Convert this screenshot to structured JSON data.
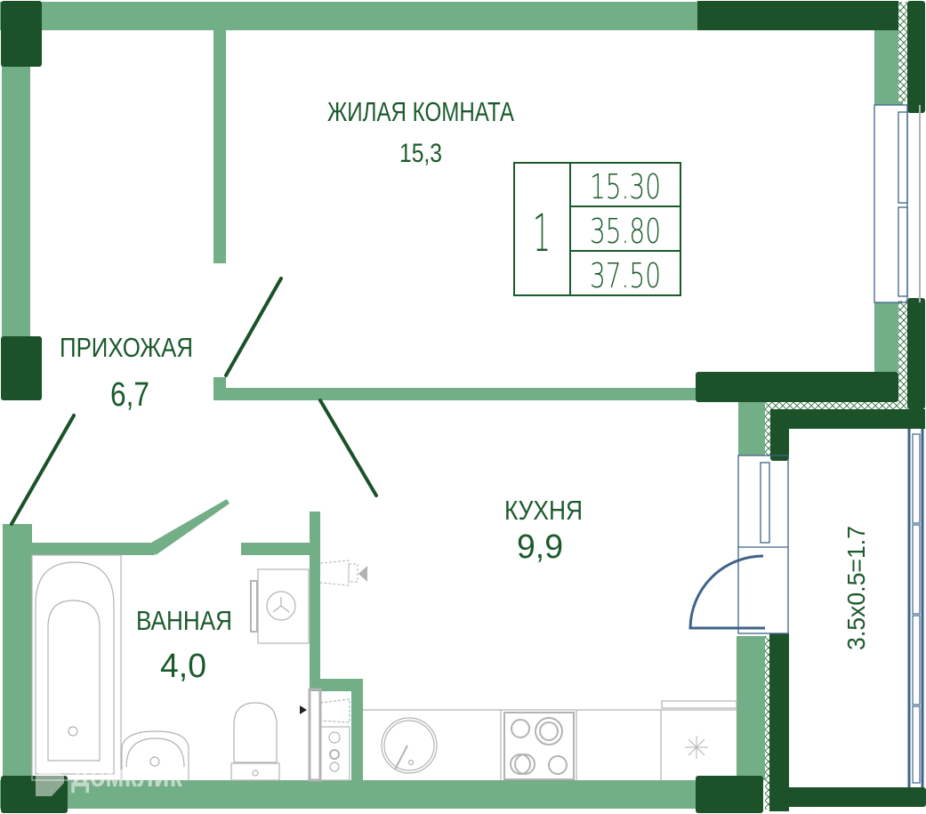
{
  "colors": {
    "inner_wall": "#72ae86",
    "outer_wall": "#1b5229",
    "text": "#1b5a2c",
    "window": "#3f6489",
    "fixture": "#b3b3b3"
  },
  "rooms": {
    "living": {
      "name": "ЖИЛАЯ КОМНАТА",
      "area": "15,3"
    },
    "hallway": {
      "name": "ПРИХОЖАЯ",
      "area": "6,7"
    },
    "kitchen": {
      "name": "КУХНЯ",
      "area": "9,9"
    },
    "bathroom": {
      "name": "ВАННАЯ",
      "area": "4,0"
    },
    "balcony": {
      "label": "3.5x0.5=1.7"
    }
  },
  "summary_table": {
    "rooms_count": "1",
    "living_area": "15.30",
    "total_area_no_balcony": "35.80",
    "total_area": "37.50"
  },
  "fixtures": [
    "bathtub-icon",
    "sink-icon",
    "toilet-icon",
    "washing-machine-icon",
    "boiler-icon",
    "kitchen-sink-icon",
    "stove-icon",
    "fridge-icon"
  ],
  "watermark": {
    "text": "Домклик"
  }
}
